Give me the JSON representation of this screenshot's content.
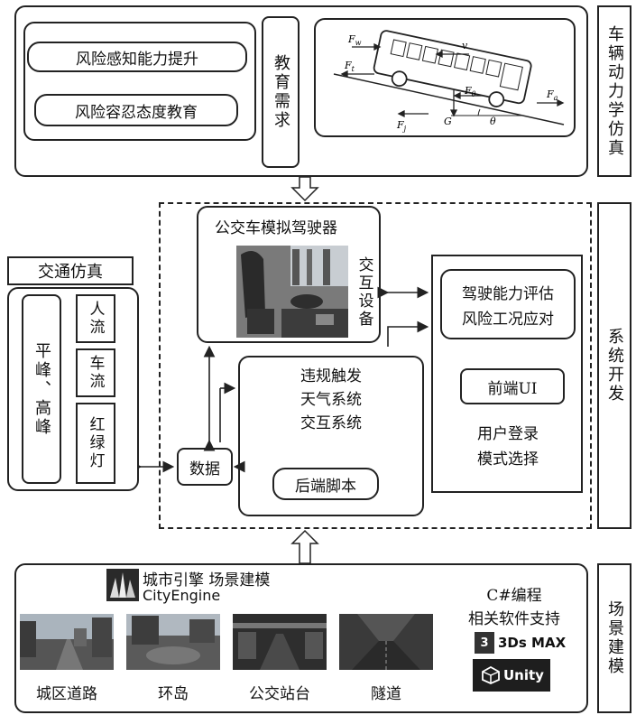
{
  "top": {
    "risk_perception": "风险感知能力提升",
    "risk_tolerance": "风险容忍态度教育",
    "education_need": "教育需求",
    "side_label": "车辆动力学仿真",
    "forces": {
      "fw": "F_w",
      "ft": "F_t",
      "v": "v",
      "fj": "F_j",
      "g": "G",
      "ftheta": "F_θ",
      "theta": "θ",
      "fa": "F_a"
    }
  },
  "system": {
    "side_label": "系统开发",
    "simulator_title": "公交车模拟驾驶器",
    "interaction_device": "交互设备",
    "backend_lines": [
      "违规触发",
      "天气系统",
      "交互系统"
    ],
    "backend_script": "后端脚本",
    "data": "数据",
    "ability_lines": [
      "驾驶能力评估",
      "风险工况应对"
    ],
    "frontend_ui": "前端UI",
    "login_lines": [
      "用户登录",
      "模式选择"
    ]
  },
  "traffic": {
    "title": "交通仿真",
    "peak": "平峰、高峰",
    "items": [
      "人流",
      "车流",
      "红绿灯"
    ]
  },
  "scene": {
    "side_label": "场景建模",
    "cityengine_title": "城市引擎 场景建模",
    "cityengine_logo": "CityEngine",
    "programming": "C#编程",
    "support": "相关软件支持",
    "max_logo": "3Ds MAX",
    "max_badge": "3",
    "unity_logo": "Unity",
    "captions": [
      "城区道路",
      "环岛",
      "公交站台",
      "隧道"
    ]
  },
  "colors": {
    "line": "#222222",
    "photo_sky": "#9aa7b3",
    "photo_dark": "#3a3a3a"
  }
}
